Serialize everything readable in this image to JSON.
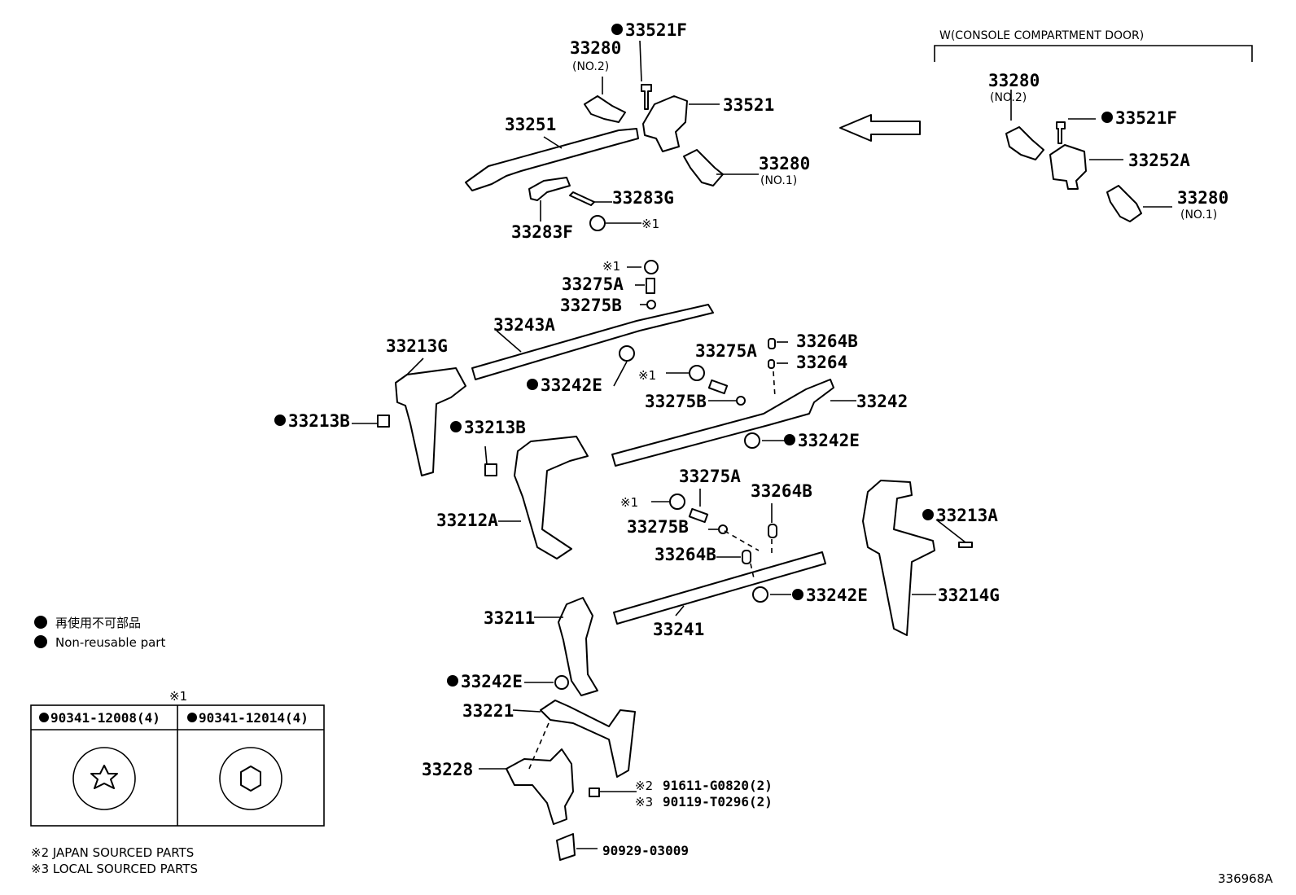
{
  "header": {
    "variant_label": "W(CONSOLE COMPARTMENT DOOR)"
  },
  "labels": {
    "p33521F_top": "33521F",
    "p33280_top": "33280",
    "no2_top": "(NO.2)",
    "p33521_top": "33521",
    "p33251": "33251",
    "p33280_mid": "33280",
    "no1_mid": "(NO.1)",
    "p33283G": "33283G",
    "p33283F": "33283F",
    "mark1_a": "※1",
    "p33280_right": "33280",
    "no2_right": "(NO.2)",
    "p33521F_right": "33521F",
    "p33252A": "33252A",
    "p33280_right2": "33280",
    "no1_right": "(NO.1)",
    "mark1_b": "※1",
    "p33275A_a": "33275A",
    "p33275B_a": "33275B",
    "p33243A": "33243A",
    "p33213G": "33213G",
    "p33264B_a": "33264B",
    "p33264": "33264",
    "p33275A_b": "33275A",
    "p33242E_a": "33242E",
    "mark1_c": "※1",
    "p33275B_b": "33275B",
    "p33242": "33242",
    "p33213B_a": "33213B",
    "p33213B_b": "33213B",
    "p33242E_b": "33242E",
    "p33275A_c": "33275A",
    "p33264B_b": "33264B",
    "mark1_d": "※1",
    "p33212A": "33212A",
    "p33275B_c": "33275B",
    "p33213A": "33213A",
    "p33264B_c": "33264B",
    "p33242E_c": "33242E",
    "p33214G": "33214G",
    "p33211": "33211",
    "p33241": "33241",
    "p33242E_d": "33242E",
    "p33221": "33221",
    "p33228": "33228",
    "mark2_part": "※2",
    "p91611": "91611-G0820(2)",
    "mark3_part": "※3",
    "p90119": "90119-T0296(2)",
    "p90929": "90929-03009"
  },
  "legend": {
    "line1": "再使用不可部品",
    "line2": "Non-reusable part"
  },
  "note_box": {
    "title_mark": "※1",
    "col1": "90341-12008(4)",
    "col2": "90341-12014(4)"
  },
  "footnotes": {
    "note2": "※2 JAPAN SOURCED PARTS",
    "note3": "※3 LOCAL SOURCED PARTS"
  },
  "diagram_id": "336968A"
}
